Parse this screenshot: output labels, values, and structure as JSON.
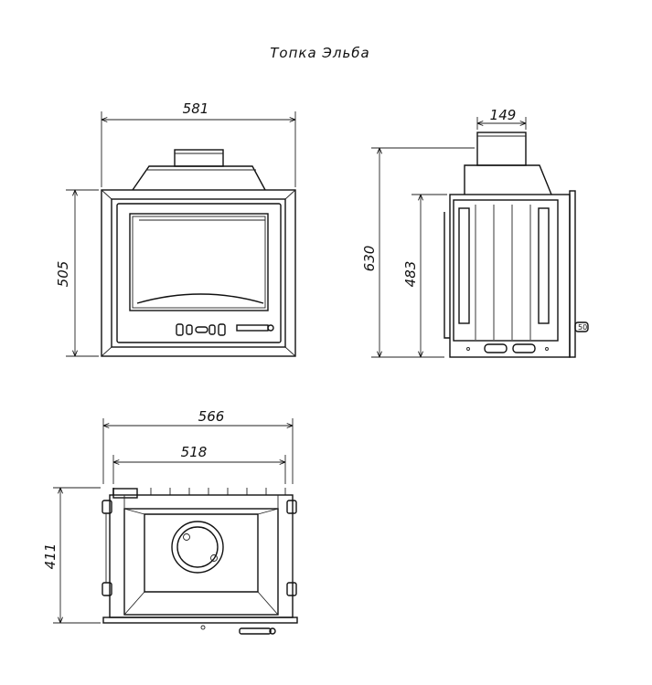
{
  "title": "Топка Эльба",
  "dimensions": {
    "front_width": "581",
    "front_height": "505",
    "flue_diameter": "149",
    "total_height": "630",
    "side_height": "483",
    "top_width_outer": "566",
    "top_width_inner": "518",
    "depth": "411"
  }
}
